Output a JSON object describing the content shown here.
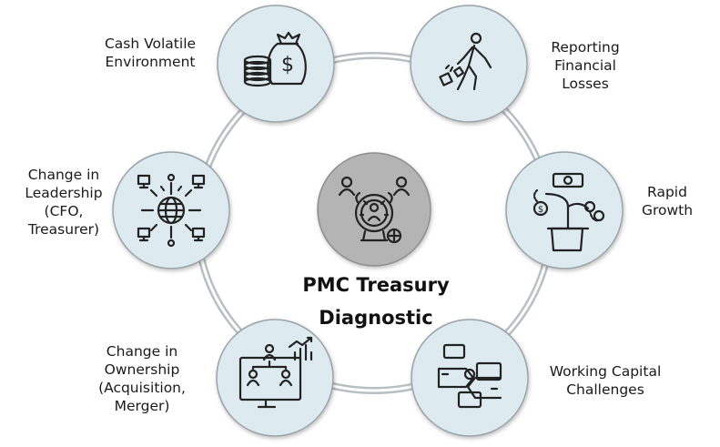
{
  "title_lines": [
    "PMC Treasury",
    "Diagnostic"
  ],
  "nodes": [
    {
      "id": "cash-volatile",
      "icon": "money-bag-coins-icon",
      "label_lines": [
        "Cash Volatile",
        "Environment"
      ]
    },
    {
      "id": "reporting-losses",
      "icon": "person-dropping-money-icon",
      "label_lines": [
        "Reporting",
        "Financial",
        "Losses"
      ]
    },
    {
      "id": "rapid-growth",
      "icon": "money-plant-growth-icon",
      "label_lines": [
        "Rapid",
        "Growth"
      ]
    },
    {
      "id": "working-capital",
      "icon": "handshake-money-icon",
      "label_lines": [
        "Working Capital",
        "Challenges"
      ]
    },
    {
      "id": "change-ownership",
      "icon": "org-chart-monitor-icon",
      "label_lines": [
        "Change in",
        "Ownership",
        "(Acquisition,",
        "Merger)"
      ]
    },
    {
      "id": "change-leadership",
      "icon": "global-network-icon",
      "label_lines": [
        "Change in",
        "Leadership",
        "(CFO,",
        "Treasurer)"
      ]
    }
  ],
  "center_icon": "people-brain-gears-icon",
  "colors": {
    "node_fill": "#ddebf0",
    "node_stroke": "#9aa3a8",
    "ring": "#b8bfc3",
    "center_fill": "#b4b4b4",
    "icon": "#222222"
  }
}
